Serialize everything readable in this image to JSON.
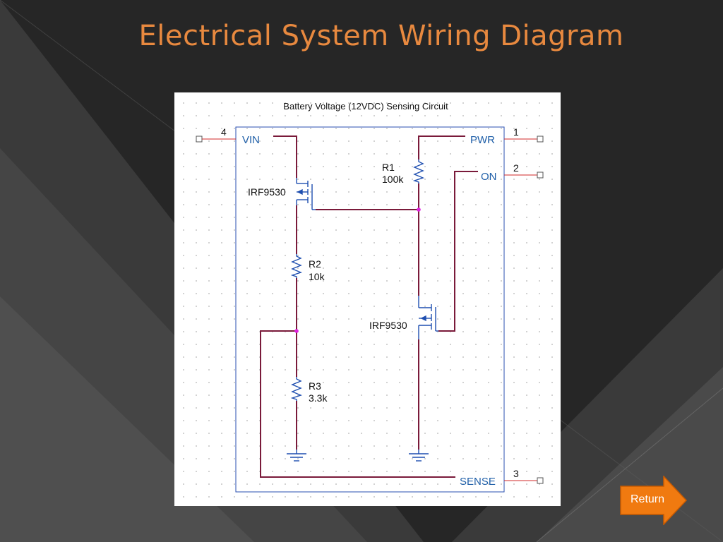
{
  "slide": {
    "title": "Electrical System Wiring Diagram"
  },
  "diagram": {
    "title": "Battery Voltage (12VDC) Sensing Circuit",
    "ports": {
      "vin": {
        "label": "VIN",
        "pin": "4"
      },
      "pwr": {
        "label": "PWR",
        "pin": "1"
      },
      "on": {
        "label": "ON",
        "pin": "2"
      },
      "sense": {
        "label": "SENSE",
        "pin": "3"
      }
    },
    "components": {
      "q1": {
        "part": "IRF9530"
      },
      "q2": {
        "part": "IRF9530"
      },
      "r1": {
        "ref": "R1",
        "value": "100k"
      },
      "r2": {
        "ref": "R2",
        "value": "10k"
      },
      "r3": {
        "ref": "R3",
        "value": "3.3k"
      }
    }
  },
  "nav": {
    "return_label": "Return"
  },
  "colors": {
    "title": "#e8893f",
    "wire": "#7a1a3a",
    "component": "#1f4fb0",
    "junction": "#e020e0",
    "port_text": "#1f5fa8",
    "return_button": "#f07a10"
  },
  "icons": {
    "return": "right-arrow-icon",
    "ground": "ground-icon"
  }
}
